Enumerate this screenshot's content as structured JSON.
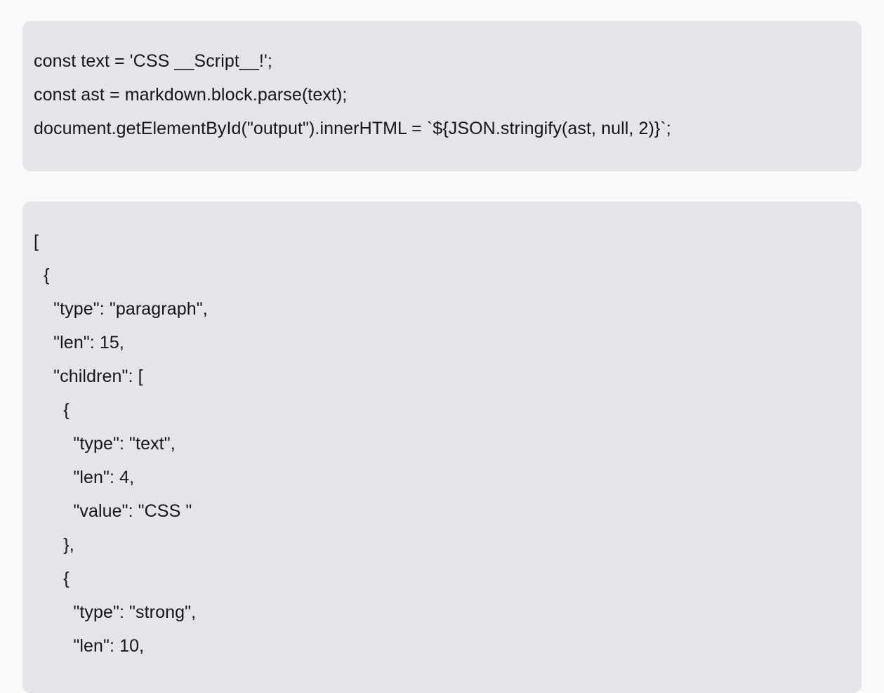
{
  "theme": {
    "page_background": "#faf9f7",
    "code_block_background": "#e4e5e9",
    "code_text_color": "#15161a"
  },
  "source_block": {
    "name": "javascript-source",
    "lines": [
      "const text = 'CSS __Script__!';",
      "const ast = markdown.block.parse(text);",
      "document.getElementById(\"output\").innerHTML = `${JSON.stringify(ast, null, 2)}`;"
    ]
  },
  "output_block": {
    "name": "json-ast-output",
    "lines": [
      "[",
      "  {",
      "    \"type\": \"paragraph\",",
      "    \"len\": 15,",
      "    \"children\": [",
      "      {",
      "        \"type\": \"text\",",
      "        \"len\": 4,",
      "        \"value\": \"CSS \"",
      "      },",
      "      {",
      "        \"type\": \"strong\",",
      "        \"len\": 10,"
    ]
  }
}
